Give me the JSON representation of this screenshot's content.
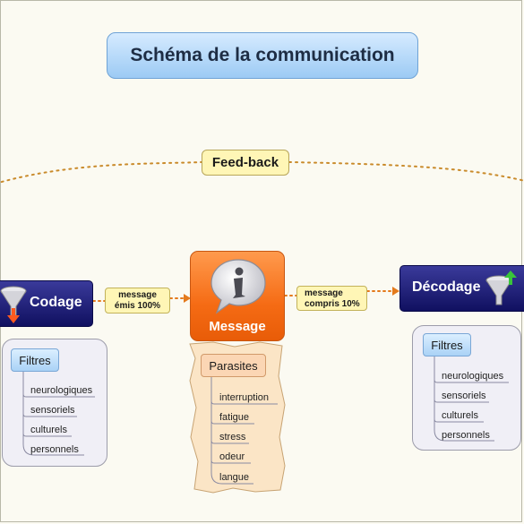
{
  "title": "Schéma de la communication",
  "feedback": "Feed-back",
  "codage": {
    "label": "Codage"
  },
  "decodage": {
    "label": "Décodage"
  },
  "message": {
    "label": "Message"
  },
  "emis": {
    "line1": "message",
    "line2": "émis 100%"
  },
  "compris": {
    "line1": "message",
    "line2": "compris 10%"
  },
  "left_filters": {
    "title": "Filtres",
    "items": [
      "neurologiques",
      "sensoriels",
      "culturels",
      "personnels"
    ]
  },
  "right_filters": {
    "title": "Filtres",
    "items": [
      "neurologiques",
      "sensoriels",
      "culturels",
      "personnels"
    ]
  },
  "parasites": {
    "title": "Parasites",
    "items": [
      "interruption",
      "fatigue",
      "stress",
      "odeur",
      "langue"
    ]
  },
  "colors": {
    "accent_orange": "#f56b14",
    "navy": "#101060",
    "connector": "#e47a1c",
    "feedback_arc": "#c98a2a"
  }
}
